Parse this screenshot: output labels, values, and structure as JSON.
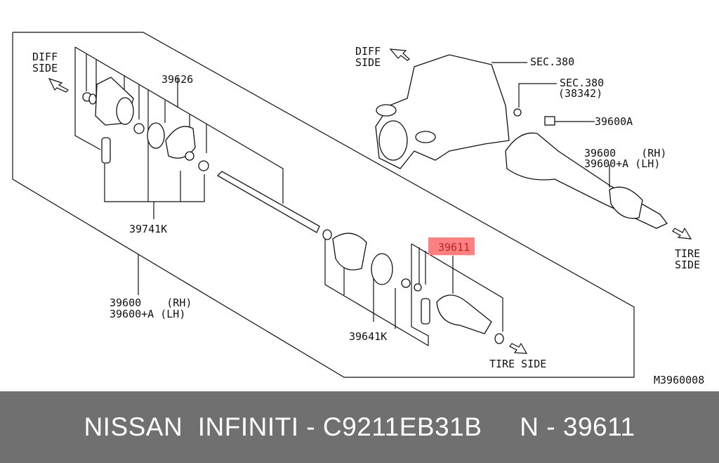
{
  "diagram": {
    "labels": {
      "diff_side_left_1": "DIFF",
      "diff_side_left_2": "SIDE",
      "diff_side_right_1": "DIFF",
      "diff_side_right_2": "SIDE",
      "part_39626": "39626",
      "part_39741k": "39741K",
      "part_39600_rh_left": "39600    (RH)",
      "part_39600a_lh_left": "39600+A (LH)",
      "sec380_1": "SEC.380",
      "sec380_2": "SEC.380",
      "sec380_2_sub": "(38342)",
      "part_39600a": "39600A",
      "part_39600_rh_right": "39600    (RH)",
      "part_39600a_lh_right": "39600+A (LH)",
      "tire_side_right_1": "TIRE",
      "tire_side_right_2": "SIDE",
      "part_39611": "39611",
      "part_39641k": "39641K",
      "tire_side_bottom": "TIRE SIDE",
      "diagram_code": "M3960008"
    },
    "highlight_color": "#ff8080"
  },
  "banner": {
    "text": "NISSAN  INFINITI - C9211EB31B     N - 39611"
  }
}
